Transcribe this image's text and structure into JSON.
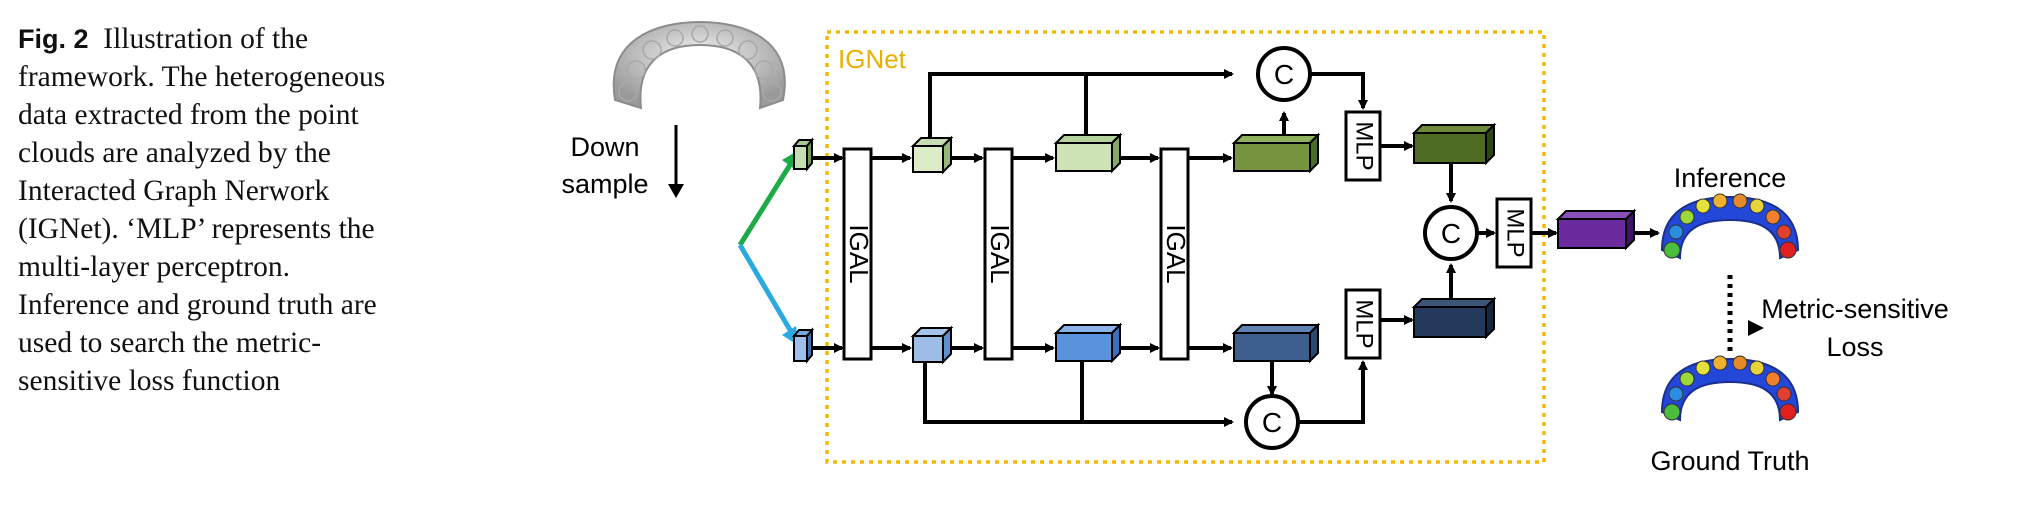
{
  "caption": {
    "label": "Fig. 2",
    "lines": [
      "Illustration of the",
      "framework. The heterogeneous",
      "data extracted from the point",
      "clouds are analyzed by the",
      "Interacted Graph Nerwork",
      "(IGNet). ‘MLP’ represents the",
      "multi-layer perceptron.",
      "Inference and ground truth are",
      "used to search the metric-",
      "sensitive loss function"
    ]
  },
  "diagram": {
    "downsample": {
      "line1": "Down",
      "line2": "sample"
    },
    "module_title": "IGNet",
    "igal_label": "IGAL",
    "concat_label": "C",
    "mlp_label": "MLP",
    "inference_label": "Inference",
    "ground_truth_label": "Ground Truth",
    "loss": {
      "line1": "Metric-sensitive",
      "line2": "Loss"
    },
    "colors": {
      "module_border": "#F5B800",
      "module_title": "#E8B000",
      "green_branch": "#1DAA48",
      "blue_branch": "#2BAAE2",
      "arrow": "#000000"
    }
  }
}
